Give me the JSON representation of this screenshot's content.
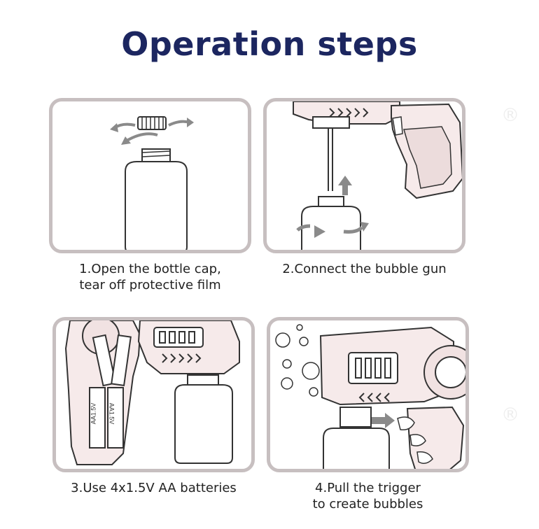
{
  "title": "Operation steps",
  "steps": [
    {
      "line1": "1.Open the bottle cap,",
      "line2": "tear off protective film",
      "icon": "bottle-cap-icon"
    },
    {
      "line1": "2.Connect the bubble gun",
      "line2": "",
      "icon": "bubble-gun-connect-icon"
    },
    {
      "line1": "3.Use 4x1.5V AA batteries",
      "line2": "",
      "icon": "battery-icon"
    },
    {
      "line1": "4.Pull the trigger",
      "line2": "to create bubbles",
      "icon": "trigger-icon"
    }
  ],
  "battery_label": "AA1.5V",
  "watermark": "®",
  "colors": {
    "title": "#1c2660",
    "panel_border": "#c7bfc0",
    "gun_fill": "#f6eaea",
    "arrow": "#8a8a8a"
  }
}
